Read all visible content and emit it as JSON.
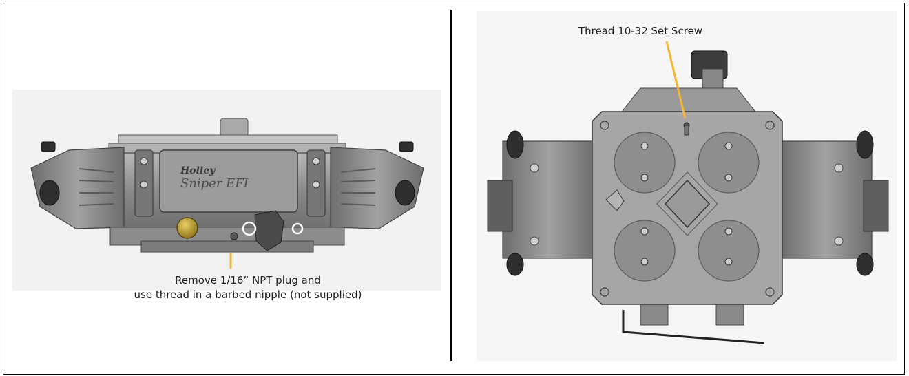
{
  "annotations": {
    "left_line1": "Remove 1/16” NPT plug and",
    "left_line2": "use thread in a barbed nipple (not supplied)",
    "right_label": "Thread 10-32 Set Screw"
  },
  "logo_text": "Holley Sniper EFI",
  "colors": {
    "leader_line": "#f5b731",
    "brass_plug": "#b89a32",
    "body_gray": "#8f8f8f",
    "plate_gray": "#a6a6a6"
  }
}
